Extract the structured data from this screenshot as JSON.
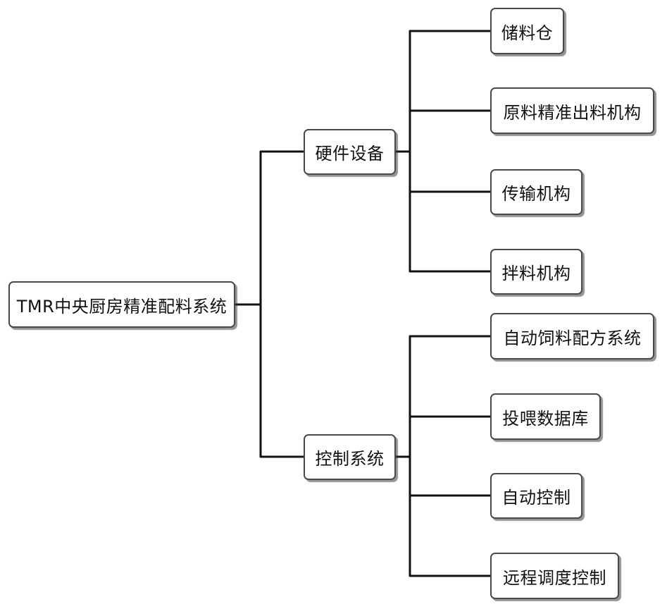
{
  "root": {
    "label": "TMR中央厨房精准配料系统"
  },
  "branches": [
    {
      "label": "硬件设备",
      "children": [
        "储料仓",
        "原料精准出料机构",
        "传输机构",
        "拌料机构"
      ]
    },
    {
      "label": "控制系统",
      "children": [
        "自动饲料配方系统",
        "投喂数据库",
        "自动控制",
        "远程调度控制"
      ]
    }
  ],
  "colors": {
    "line": "#111111",
    "node_border": "#4a4a4a",
    "node_fill": "#ffffff",
    "text": "#111111"
  }
}
